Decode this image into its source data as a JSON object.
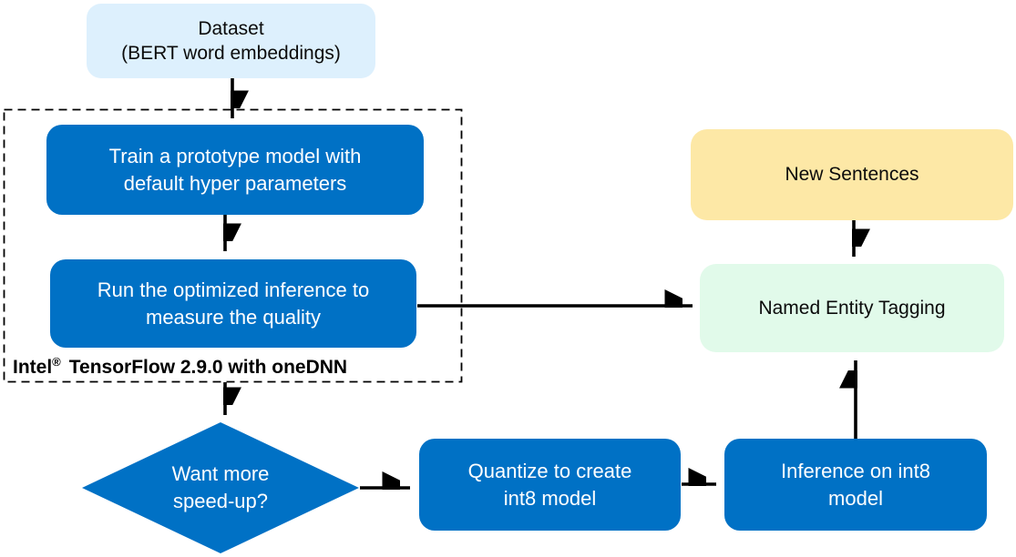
{
  "diagram_type": "flowchart",
  "colors": {
    "process_blue": "#0071C5",
    "dataset_light_blue": "#DDF0FD",
    "new_sentences_yellow": "#FDE8A6",
    "tagging_mint_green": "#E1FAEA",
    "arrow_black": "#000000",
    "text_on_blue": "#ffffff"
  },
  "nodes": {
    "dataset": {
      "label": "Dataset\n(BERT word embeddings)"
    },
    "train": {
      "label": "Train a prototype model with\ndefault hyper parameters"
    },
    "run_inference": {
      "label": "Run the optimized inference to\nmeasure the quality"
    },
    "framework": {
      "brand": "Intel",
      "reg_mark": "®",
      "rest": "TensorFlow 2.9.0 with oneDNN"
    },
    "decision": {
      "label": "Want more\nspeed-up?"
    },
    "quantize": {
      "label": "Quantize to create\nint8 model"
    },
    "inference_int8": {
      "label": "Inference on int8\nmodel"
    },
    "new_sentences": {
      "label": "New Sentences"
    },
    "tagging": {
      "label": "Named Entity Tagging"
    }
  },
  "edges": [
    {
      "from": "dataset",
      "to": "train"
    },
    {
      "from": "train",
      "to": "run_inference"
    },
    {
      "from": "run_inference",
      "to": "tagging"
    },
    {
      "from": "framework_boundary",
      "to": "decision"
    },
    {
      "from": "decision",
      "to": "quantize"
    },
    {
      "from": "quantize",
      "to": "inference_int8"
    },
    {
      "from": "inference_int8",
      "to": "tagging"
    },
    {
      "from": "new_sentences",
      "to": "tagging"
    }
  ]
}
